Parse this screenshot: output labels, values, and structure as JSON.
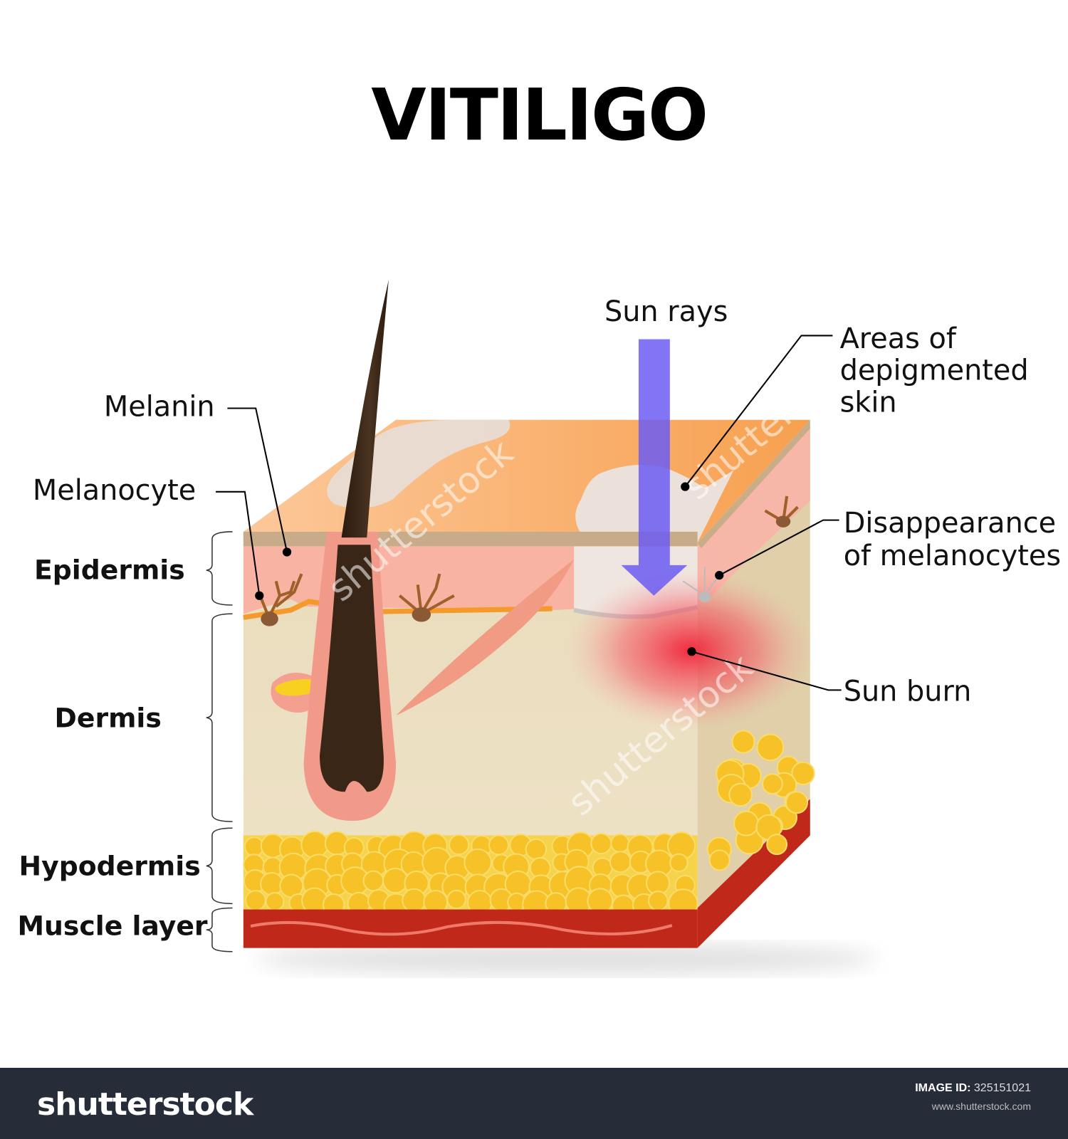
{
  "title": "VITILIGO",
  "labels": {
    "sun_rays": "Sun rays",
    "areas_1": "Areas of",
    "areas_2": "depigmented",
    "areas_3": "skin",
    "melanin": "Melanin",
    "melanocyte": "Melanocyte",
    "disappearance_1": "Disappearance",
    "disappearance_2": "of melanocytes",
    "sun_burn": "Sun burn"
  },
  "layers": {
    "epidermis": "Epidermis",
    "dermis": "Dermis",
    "hypodermis": "Hypodermis",
    "muscle": "Muscle layer"
  },
  "watermark": "shutterstock",
  "footer": {
    "logo": "shutterstock",
    "image_id_label": "IMAGE ID:",
    "image_id": "325151021",
    "site": "www.shutterstock.com"
  },
  "colors": {
    "arrow": "#7060f0",
    "epidermis": "#f8b3a3",
    "dermis": "#ecdfc0",
    "fat": "#f5c53a",
    "muscle": "#c0281a",
    "top": "#f9a65e"
  }
}
